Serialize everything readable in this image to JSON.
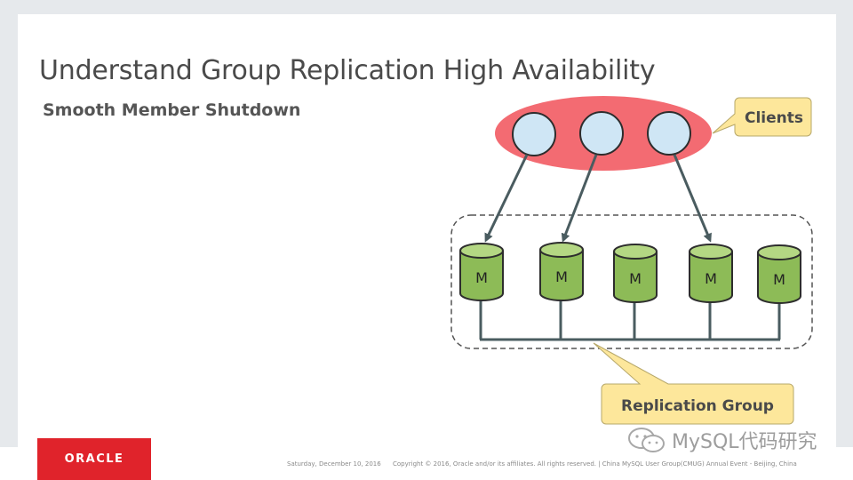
{
  "slide": {
    "title": "Understand Group Replication High Availability",
    "subtitle": "Smooth Member Shutdown"
  },
  "diagram": {
    "clients_label": "Clients",
    "group_label": "Replication Group",
    "member_label": "M",
    "members": [
      "M",
      "M",
      "M",
      "M",
      "M"
    ]
  },
  "footer": {
    "brand": "ORACLE",
    "date": "Saturday, December 10, 2016",
    "copyright": "Copyright © 2016, Oracle and/or its affiliates. All rights reserved.  |  China MySQL User Group(CMUG) Annual Event - Beijing, China",
    "watermark": "MySQL代码研究"
  },
  "colors": {
    "client_cloud": "#f36b72",
    "client_node": "#cfe6f5",
    "member_fill": "#8dbb57",
    "member_top": "#b4d783",
    "callout_fill": "#fde79b",
    "oracle_red": "#e0232b"
  }
}
